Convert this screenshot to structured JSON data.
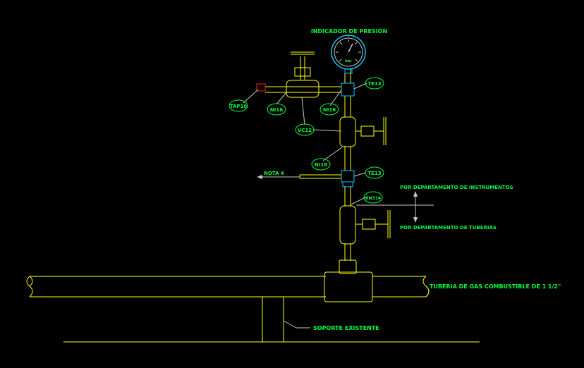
{
  "labels": {
    "gauge_title": "INDICADOR DE PRESIÓN",
    "gauge_unit": "bar",
    "tapon": "TAP10",
    "niple_1": "NI16",
    "niple_2": "NI16",
    "niple_3": "NI16",
    "tee_1": "TE13",
    "tee_2": "TE13",
    "valve": "VC12",
    "niple_reductor": "RN314",
    "nota": "NOTA 4",
    "dept_instr": "POR DEPARTAMENTO DE INSTRUMENTOS",
    "dept_tub": "POR DEPARTAMENTO DE TUBERIAS",
    "main_pipe": "TUBERIA DE GAS COMBUSTIBLE DE 1 1/2\"",
    "support": "SOPORTE EXISTENTE"
  },
  "colors": {
    "background": "#000000",
    "pipe": "#ffff00",
    "text": "#00ff3c",
    "leader": "#c8c8c8",
    "fitting": "#00c8ff",
    "plug": "#ff2020",
    "gauge": "#00c8ff"
  }
}
